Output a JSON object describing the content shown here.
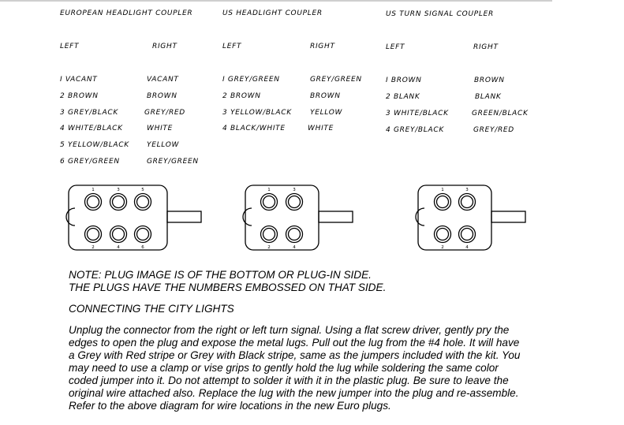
{
  "couplers": [
    {
      "title": "EUROPEAN HEADLIGHT COUPLER",
      "left_header": "LEFT",
      "right_header": "RIGHT",
      "rows": [
        {
          "left": "I VACANT",
          "right": "VACANT"
        },
        {
          "left": "2 BROWN",
          "right": "BROWN"
        },
        {
          "left": "3 GREY/BLACK",
          "right": "GREY/RED"
        },
        {
          "left": "4 WHITE/BLACK",
          "right": "WHITE"
        },
        {
          "left": "5 YELLOW/BLACK",
          "right": "YELLOW"
        },
        {
          "left": "6 GREY/GREEN",
          "right": "GREY/GREEN"
        }
      ],
      "pin_labels_top": [
        "1",
        "3",
        "5"
      ],
      "pin_labels_bottom": [
        "2",
        "4",
        "6"
      ]
    },
    {
      "title": "US HEADLIGHT COUPLER",
      "left_header": "LEFT",
      "right_header": "RIGHT",
      "rows": [
        {
          "left": "I GREY/GREEN",
          "right": "GREY/GREEN"
        },
        {
          "left": "2 BROWN",
          "right": "BROWN"
        },
        {
          "left": "3 YELLOW/BLACK",
          "right": "YELLOW"
        },
        {
          "left": "4 BLACK/WHITE",
          "right": "WHITE"
        }
      ],
      "pin_labels_top": [
        "1",
        "3"
      ],
      "pin_labels_bottom": [
        "2",
        "4"
      ]
    },
    {
      "title": "US TURN SIGNAL COUPLER",
      "left_header": "LEFT",
      "right_header": "RIGHT",
      "rows": [
        {
          "left": "I BROWN",
          "right": "BROWN"
        },
        {
          "left": "2 BLANK",
          "right": "BLANK"
        },
        {
          "left": "3 WHITE/BLACK",
          "right": "GREEN/BLACK"
        },
        {
          "left": "4 GREY/BLACK",
          "right": "GREY/RED"
        }
      ],
      "pin_labels_top": [
        "1",
        "3"
      ],
      "pin_labels_bottom": [
        "2",
        "4"
      ]
    }
  ],
  "note_lines": [
    "NOTE: PLUG IMAGE IS OF THE BOTTOM OR PLUG-IN SIDE.",
    "THE PLUGS HAVE THE NUMBERS EMBOSSED ON THAT SIDE."
  ],
  "section_heading": "CONNECTING THE CITY LIGHTS",
  "instructions_lines": [
    "Unplug the connector from the right or left turn signal. Using a flat screw driver, gently pry the",
    "edges to open the plug and expose the metal lugs. Pull out the lug from the #4 hole. It will have",
    "a Grey with Red stripe or Grey with Black stripe, same as the jumpers included with the kit. You",
    "may need to use a clamp or vise grips to gently hold the lug while soldering the same color",
    "coded jumper into it. Do not attempt to solder it with it in the plastic plug. Be sure to leave the",
    "original wire attached also. Replace the lug with the new jumper into the plug and re-assemble.",
    "Refer to the above diagram for wire locations in the new Euro plugs."
  ]
}
